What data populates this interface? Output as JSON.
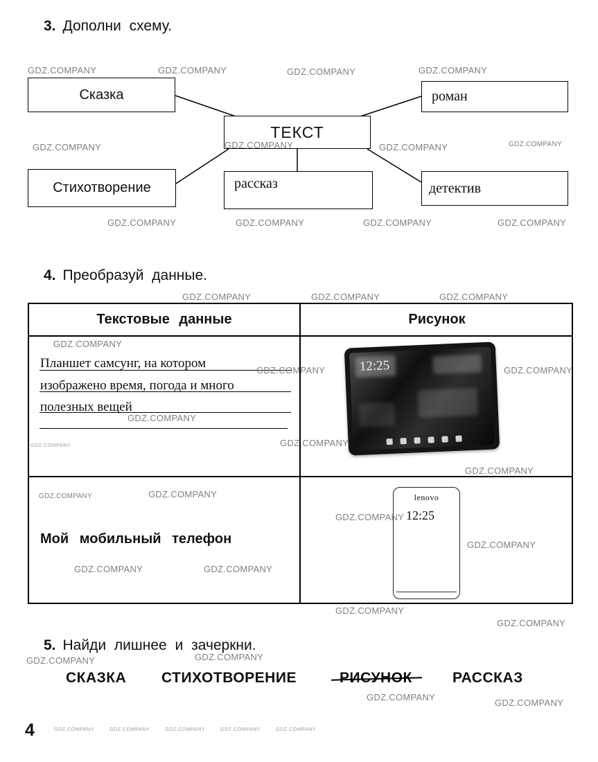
{
  "watermark": "GDZ.COMPANY",
  "page_number": "4",
  "task3": {
    "number": "3.",
    "title": "Дополни схему.",
    "center_box": "ТЕКСТ",
    "box_top_left": "Сказка",
    "box_top_right": "роман",
    "box_bottom_left": "Стихотворение",
    "box_bottom_center": "рассказ",
    "box_bottom_right": "детектив"
  },
  "task4": {
    "number": "4.",
    "title": "Преобразуй данные.",
    "col1_header": "Текстовые данные",
    "col2_header": "Рисунок",
    "answer_line1": "Планшет самсунг, на котором",
    "answer_line2": "изображено время, погода и много",
    "answer_line3": "полезных вещей",
    "row2_text": "Мой мобильный телефон",
    "tablet_time": "12:25",
    "phone_brand": "lenovo",
    "phone_time": "12:25"
  },
  "task5": {
    "number": "5.",
    "title": "Найди лишнее и зачеркни.",
    "word1": "СКАЗКА",
    "word2": "СТИХОТВОРЕНИЕ",
    "word3": "РИСУНОК",
    "word3_struck": true,
    "word4": "РАССКАЗ"
  }
}
